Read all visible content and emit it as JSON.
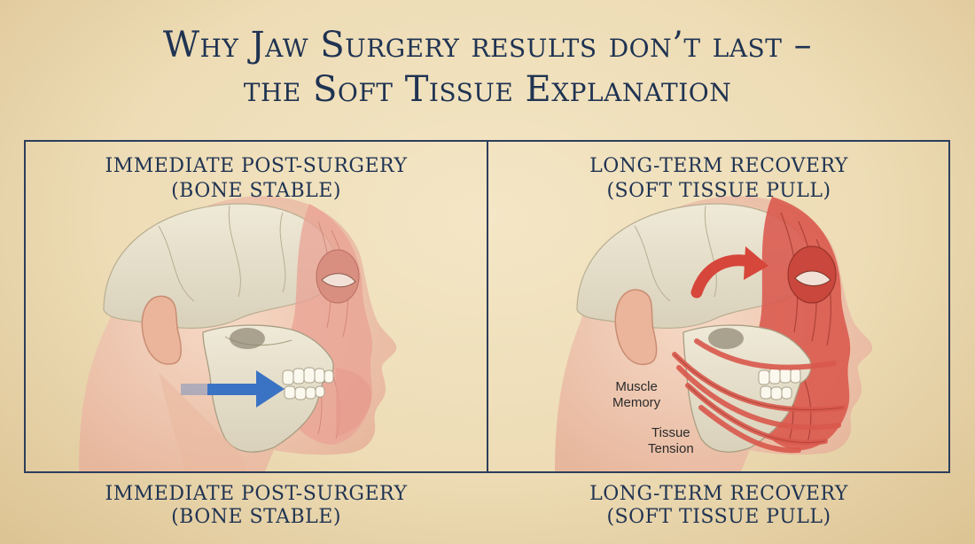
{
  "title": {
    "line1": "Why Jaw Surgery results don’t last –",
    "line2": "the Soft Tissue Explanation"
  },
  "panels": {
    "left": {
      "title_line1": "IMMEDIATE POST-SURGERY",
      "title_line2": "(BONE STABLE)",
      "caption_line1": "IMMEDIATE POST-SURGERY",
      "caption_line2": "(BONE STABLE)"
    },
    "right": {
      "title_line1": "LONG-TERM RECOVERY",
      "title_line2": "(SOFT TISSUE PULL)",
      "caption_line1": "LONG-TERM RECOVERY",
      "caption_line2": "(SOFT TISSUE PULL)",
      "label_muscle_memory_1": "Muscle",
      "label_muscle_memory_2": "Memory",
      "label_tissue_tension_1": "Tissue",
      "label_tissue_tension_2": "Tension"
    }
  },
  "colors": {
    "background": "#eddcb5",
    "title": "#1f3352",
    "frame": "#2c3e5c",
    "skin": "#f0c9b0",
    "bone": "#e6e0cc",
    "muscle_light": "#e9a294",
    "muscle_strong": "#d9584c",
    "arrow_blue": "#3b73c4",
    "arrow_red": "#d6463b"
  },
  "icons": {
    "left_arrow": "blue-arrow-right-icon",
    "right_arrow": "red-curved-arrow-icon"
  }
}
